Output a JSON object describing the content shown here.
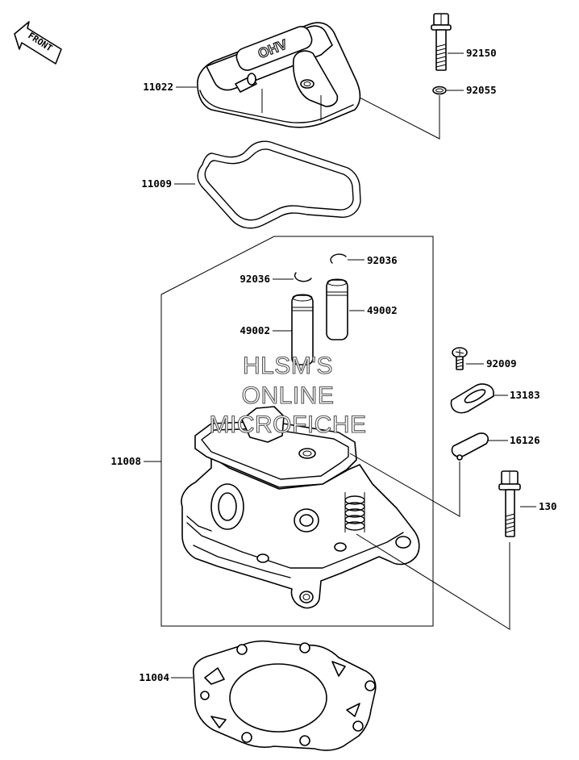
{
  "front_arrow": "FRONT",
  "cover_logo": "OHV",
  "watermark": [
    "HLSM'S",
    "ONLINE",
    "MICROFICHE"
  ],
  "labels": {
    "bolt_top": "92150",
    "washer": "92055",
    "valve_cover": "11022",
    "cover_gasket": "11009",
    "clip_right": "92036",
    "clip_left": "92036",
    "guide_right": "49002",
    "guide_left": "49002",
    "screw": "92009",
    "plate": "13183",
    "cap": "16126",
    "cylinder_head": "11008",
    "head_bolt": "130",
    "head_gasket": "11004"
  }
}
